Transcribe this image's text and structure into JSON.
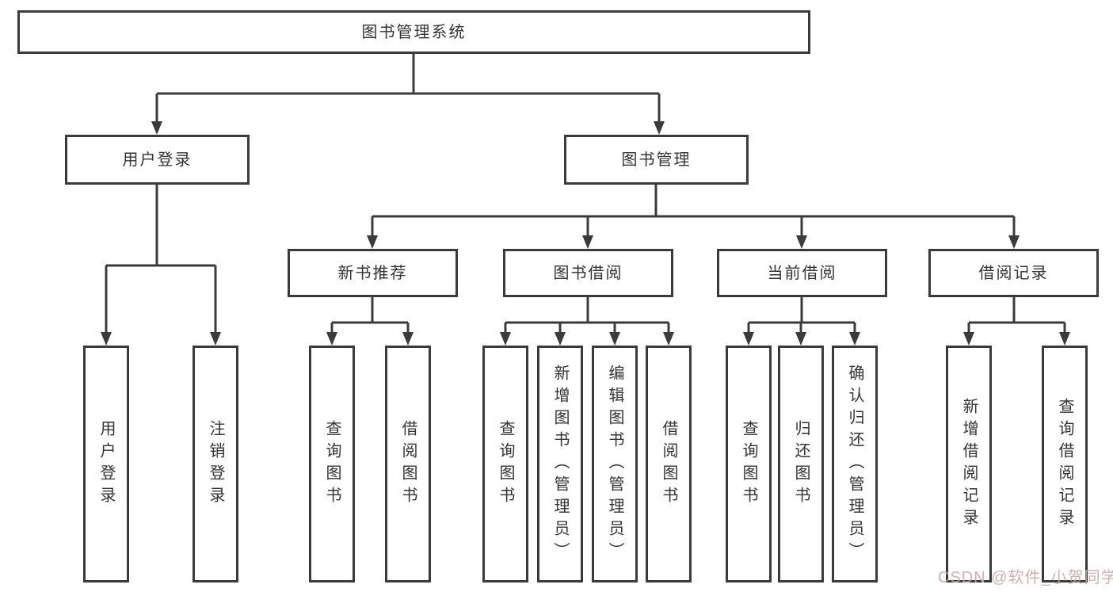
{
  "tree": {
    "root": "图书管理系统",
    "children": [
      {
        "label": "用户登录",
        "children": [
          "用户登录",
          "注销登录"
        ]
      },
      {
        "label": "图书管理",
        "children": [
          {
            "label": "新书推荐",
            "children": [
              "查询图书",
              "借阅图书"
            ]
          },
          {
            "label": "图书借阅",
            "children": [
              "查询图书",
              "新增图书（管理员）",
              "编辑图书（管理员）",
              "借阅图书"
            ]
          },
          {
            "label": "当前借阅",
            "children": [
              "查询图书",
              "归还图书",
              "确认归还（管理员）"
            ]
          },
          {
            "label": "借阅记录",
            "children": [
              "新增借阅记录",
              "查询借阅记录"
            ]
          }
        ]
      }
    ]
  },
  "watermark": {
    "text": "CSDN @软件_小贺同学",
    "color": "#c9aaaa"
  },
  "colors": {
    "line": "#3b3b3b",
    "box_border": "#3b3b3b",
    "text": "#333333",
    "background": "#ffffff"
  }
}
